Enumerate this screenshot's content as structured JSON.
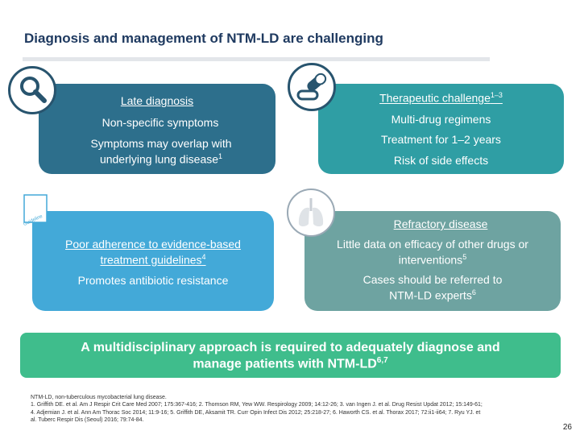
{
  "slide": {
    "title": "Diagnosis and management of NTM-LD are challenging",
    "page_number": "26"
  },
  "cards": {
    "late": {
      "heading": "Late diagnosis",
      "line1": "Non-specific symptoms",
      "line2a": "Symptoms may overlap with",
      "line2b": "underlying lung disease",
      "line2b_sup": "1"
    },
    "therapeutic": {
      "heading": "Therapeutic challenge",
      "heading_sup": "1–3",
      "line1": "Multi-drug regimens",
      "line2": "Treatment for 1–2 years",
      "line3": "Risk of side effects"
    },
    "poor": {
      "heading_a": "Poor adherence to evidence-based",
      "heading_b": "treatment guidelines",
      "heading_sup": "4",
      "line1": "Promotes antibiotic resistance"
    },
    "refractory": {
      "heading": "Refractory disease",
      "line1a": "Little data on efficacy of other drugs or",
      "line1b": "interventions",
      "line1_sup": "5",
      "line2a": "Cases should be referred to",
      "line2b": "NTM-LD experts",
      "line2_sup": "6"
    }
  },
  "icons": {
    "search": "search-icon",
    "pill": "pill-icon",
    "lung": "lung-icon",
    "guideline": "guideline-document-icon",
    "guideline_text": "Guideline"
  },
  "banner": {
    "line1": "A multidisciplinary approach is required to adequately diagnose and",
    "line2": "manage patients with NTM-LD",
    "sup": "6,7"
  },
  "references": {
    "line1": "NTM-LD, non-tuberculous mycobacterial lung disease.",
    "line2": "1. Griffith DE. et al. Am J Respir Crit Care Med 2007; 175:367-416; 2. Thomson RM, Yew WW. Respirology 2009; 14:12-26; 3. van Ingen J. et al. Drug Resist Updat 2012; 15:149-61;",
    "line3": "4. Adjemian J. et al. Ann Am Thorac Soc 2014; 11:9-16; 5. Griffith DE, Aksamit TR. Curr Opin Infect Dis 2012; 25:218-27; 6. Haworth CS. et al. Thorax 2017; 72:ii1-ii64; 7. Ryu YJ. et",
    "line4": "al. Tuberc Respir Dis (Seoul) 2016; 79:74-84."
  },
  "colors": {
    "title": "#1f3a60",
    "card_late": "#2d6f8c",
    "card_therapeutic": "#2f9ea4",
    "card_poor": "#43a9d8",
    "card_refractory": "#6ea3a1",
    "banner": "#3fbd8c"
  }
}
